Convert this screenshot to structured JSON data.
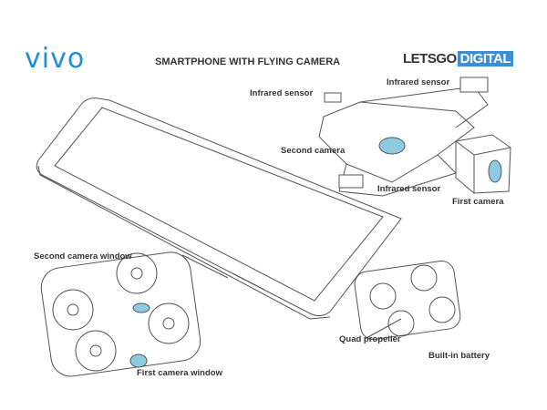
{
  "header": {
    "logo": "vivo",
    "title": "SMARTPHONE WITH FLYING CAMERA",
    "brand_part1": "LETSGO",
    "brand_part2": "DIGITAL"
  },
  "labels": {
    "infrared_left": "Infrared sensor",
    "infrared_top": "Infrared sensor",
    "second_camera": "Second camera",
    "infrared_bottom": "Infrared sensor",
    "first_camera": "First camera",
    "second_camera_window": "Second camera window",
    "quad_propeller": "Quad propeller",
    "built_in_battery": "Built-in battery",
    "first_camera_window": "First camera window"
  },
  "colors": {
    "brand_blue": "#1e8fd9",
    "lens_blue": "#8ecbe0"
  }
}
